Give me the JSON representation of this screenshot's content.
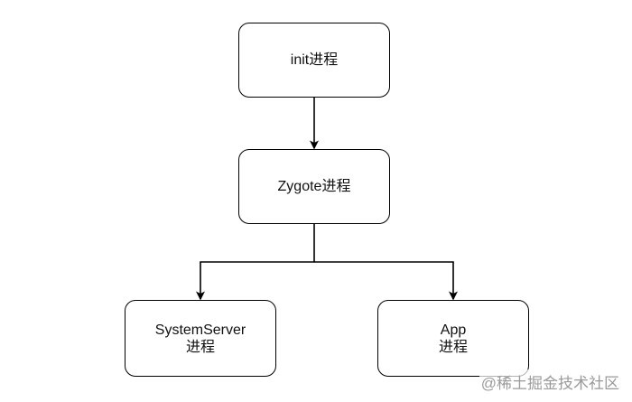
{
  "diagram": {
    "nodes": [
      {
        "id": "init",
        "lines": [
          "init进程"
        ]
      },
      {
        "id": "zygote",
        "lines": [
          "Zygote进程"
        ]
      },
      {
        "id": "systemserver",
        "lines": [
          "SystemServer",
          "进程"
        ]
      },
      {
        "id": "app",
        "lines": [
          "App",
          "进程"
        ]
      }
    ],
    "edges": [
      {
        "from": "init",
        "to": "zygote"
      },
      {
        "from": "zygote",
        "to": "systemserver"
      },
      {
        "from": "zygote",
        "to": "app"
      }
    ]
  },
  "watermark": "@稀土掘金技术社区",
  "colors": {
    "background": "#ffffff",
    "stroke": "#000000",
    "text": "#111111",
    "watermark": "#9a9a9a"
  }
}
